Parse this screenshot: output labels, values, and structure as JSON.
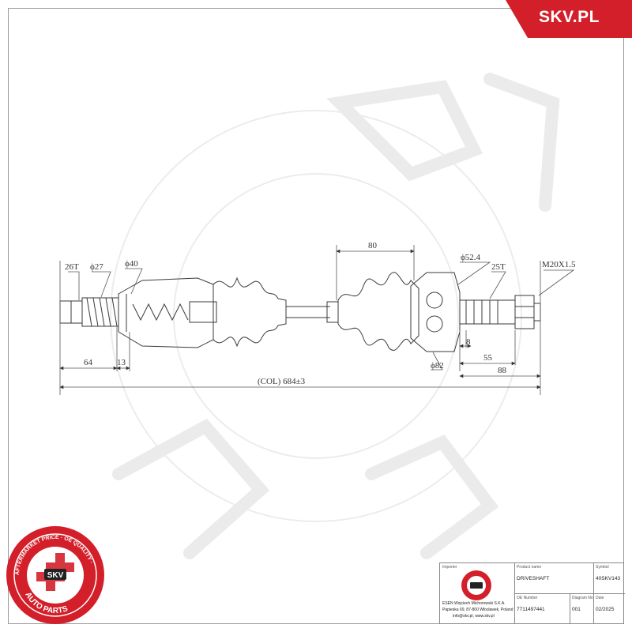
{
  "brand": {
    "label": "SKV.PL",
    "color": "#d31f2a"
  },
  "dimensions": {
    "spline_left": "26T",
    "dia_left_shaft": "ϕ27",
    "dia_left_joint": "ϕ40",
    "len_80": "80",
    "dia_right_shaft": "ϕ52.4",
    "spline_right": "25T",
    "thread": "M20X1.5",
    "len_64": "64",
    "len_13": "13",
    "len_8": "8",
    "dia_82": "ϕ82",
    "len_55": "55",
    "len_88": "88",
    "overall": "(COL) 684±3"
  },
  "seal": {
    "center": "SKV",
    "ring_text": "AFTERMARKET PRICE · OE QUALITY ·",
    "bottom_text": "AUTO PARTS"
  },
  "title_block": {
    "importer_label": "Importer",
    "product_name_label": "Product name",
    "product_name": "DRIVESHAFT",
    "symbol_label": "Symbol",
    "symbol": "40SKV143",
    "importer_lines": [
      "ESEN Wojciech Michorowski S.K.A.",
      "Papieska 69, 87-800 Włocławek, Poland",
      "info@skv.pl, www.skv.pl"
    ],
    "oe_number_label": "OE Number",
    "oe_number": "7711497441",
    "diagram_no_label": "Diagram No",
    "diagram_no": "001",
    "date_label": "Date",
    "date": "02/2025"
  },
  "colors": {
    "accent": "#d31f2a",
    "line": "#3a3a3a",
    "watermark": "#e9e9e9"
  }
}
